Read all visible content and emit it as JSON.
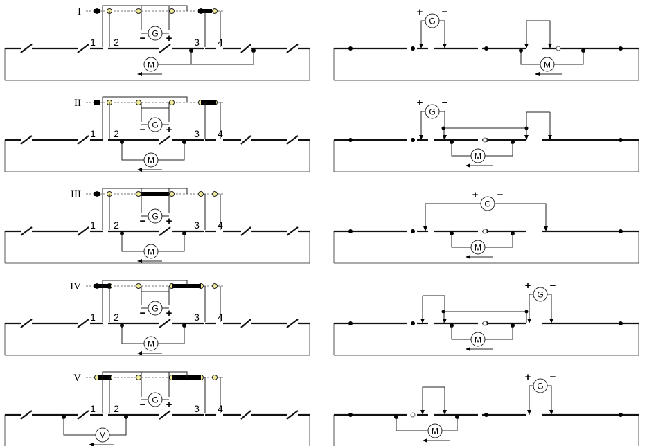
{
  "rows": [
    {
      "roman": "I"
    },
    {
      "roman": "II"
    },
    {
      "roman": "III"
    },
    {
      "roman": "IV"
    },
    {
      "roman": "V"
    }
  ],
  "section_numbers": [
    "1",
    "2",
    "3",
    "4"
  ],
  "generator_label": "G",
  "motor_label": "M",
  "plus_sign": "+",
  "minus_sign": "−"
}
